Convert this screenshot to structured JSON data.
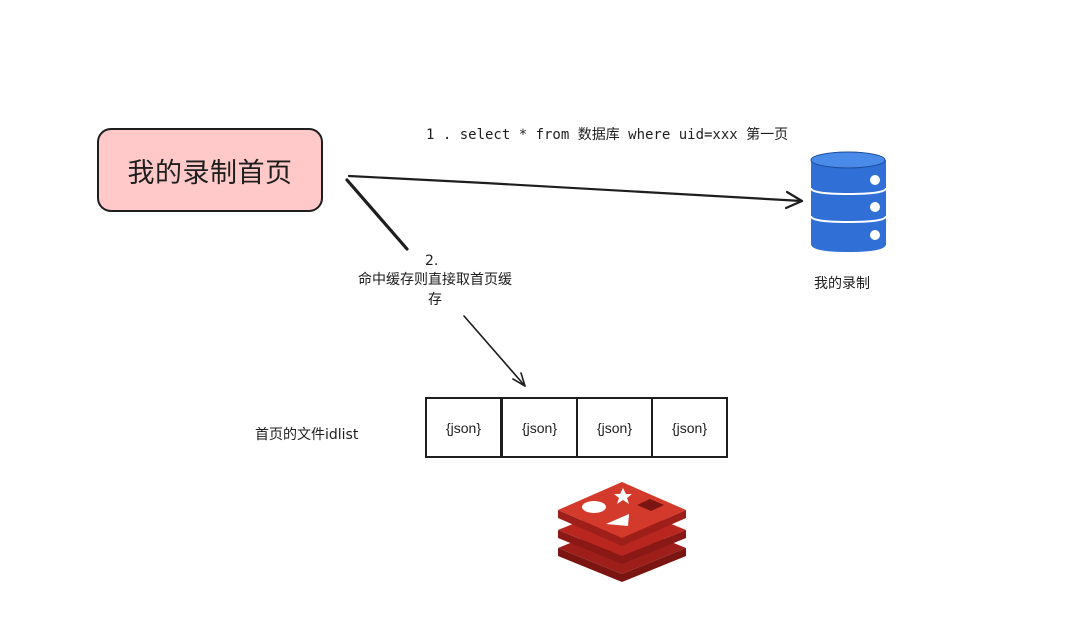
{
  "diagram": {
    "home_box": {
      "label": "我的录制首页",
      "fill": "#ffc9c9"
    },
    "step1": {
      "label": "1 . select * from 数据库 where uid=xxx 第一页"
    },
    "step2": {
      "number": "2.",
      "text": "命中缓存则直接取首页缓存"
    },
    "database": {
      "label": "我的录制",
      "icon": "database-icon",
      "color": "#3b7ddd"
    },
    "cache_list": {
      "label": "首页的文件idlist",
      "cells": [
        "{json}",
        "{json}",
        "{json}",
        "{json}"
      ]
    },
    "cache_store": {
      "icon": "redis-icon",
      "color": "#c4302b"
    }
  }
}
